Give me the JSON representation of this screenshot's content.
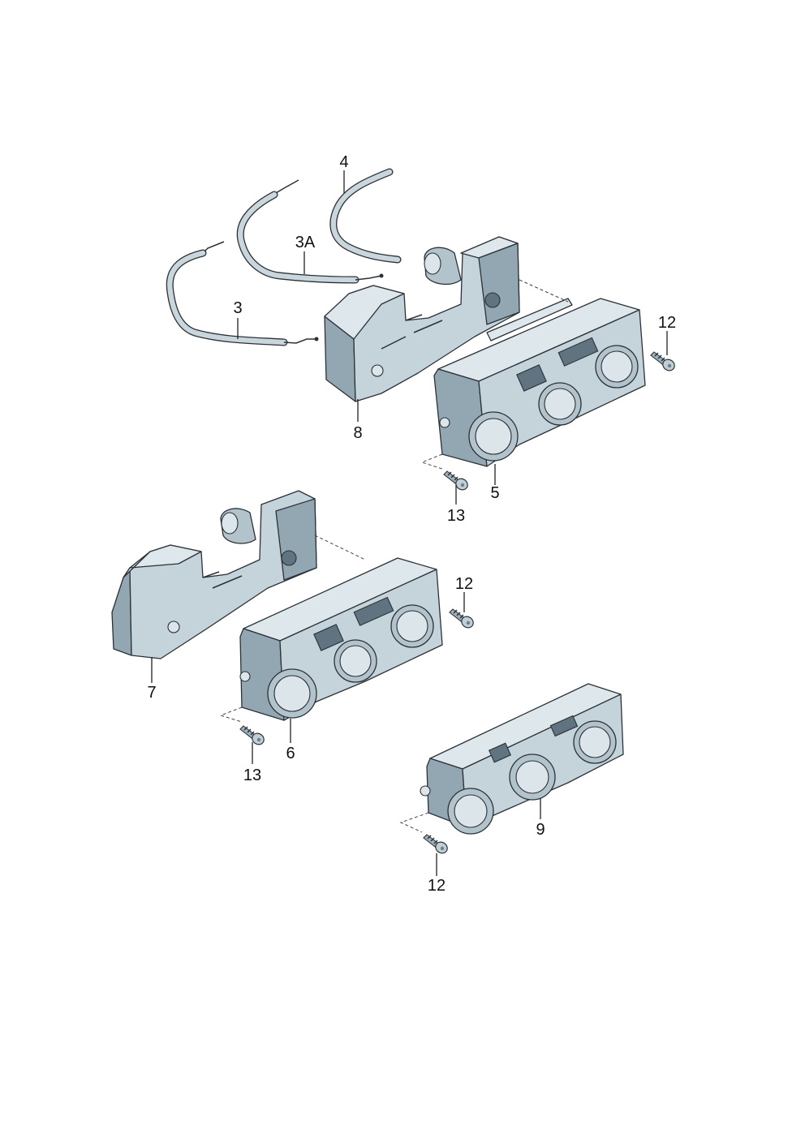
{
  "callouts": {
    "c_3": "3",
    "c_3a": "3A",
    "c_4": "4",
    "c_8": "8",
    "c_12a": "12",
    "c_5": "5",
    "c_13a": "13",
    "c_12b": "12",
    "c_7": "7",
    "c_6": "6",
    "c_13b": "13",
    "c_9": "9",
    "c_12c": "12"
  },
  "colors": {
    "part_fill": "#c5d3da",
    "part_shadow": "#93a7b2",
    "outline": "#2b3137",
    "label": "#111111",
    "background": "#ffffff"
  }
}
